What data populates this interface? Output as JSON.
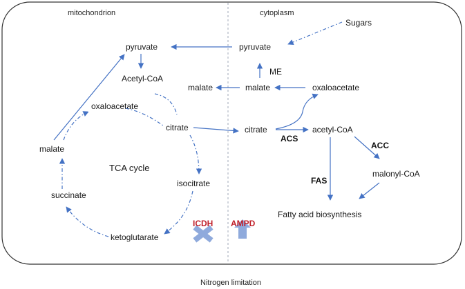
{
  "compartments": {
    "left": "mitochondrion",
    "right": "cytoplasm"
  },
  "condition": "Nitrogen limitation",
  "mito": {
    "pyruvate": "pyruvate",
    "acetyl_coa": "Acetyl-CoA",
    "oxaloacetate": "oxaloacetate",
    "citrate": "citrate",
    "malate": "malate",
    "isocitrate": "isocitrate",
    "succinate": "succinate",
    "ketoglutarate": "ketoglutarate",
    "malate_out": "malate",
    "cycle_label": "TCA cycle"
  },
  "cyto": {
    "sugars": "Sugars",
    "pyruvate": "pyruvate",
    "malate": "malate",
    "oxaloacetate": "oxaloacetate",
    "citrate": "citrate",
    "acetyl_coa": "acetyl-CoA",
    "malonyl_coa": "malonyl-CoA",
    "fatty_acid": "Fatty acid biosynthesis"
  },
  "enzymes": {
    "me": "ME",
    "acs": "ACS",
    "acc": "ACC",
    "fas": "FAS",
    "icdh": "ICDH",
    "ampd": "AMPD"
  },
  "colors": {
    "arrow": "#4472c4",
    "enzyme_red": "#c0202a",
    "marker_fill": "#8faadc"
  }
}
